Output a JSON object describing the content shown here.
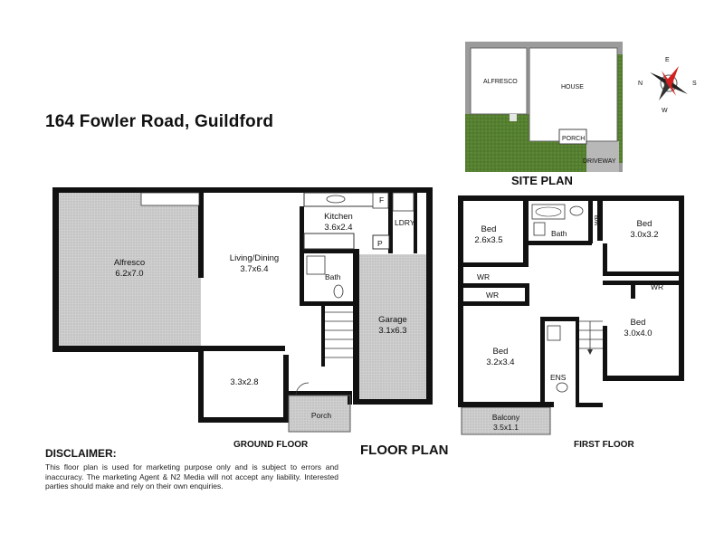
{
  "header": {
    "address": "164 Fowler Road, Guildford"
  },
  "site_plan": {
    "title": "SITE PLAN",
    "labels": {
      "alfresco": "ALFRESCO",
      "house": "HOUSE",
      "porch": "PORCH",
      "driveway": "DRIVEWAY"
    }
  },
  "compass": {
    "n": "N",
    "s": "S",
    "e": "E",
    "w": "W"
  },
  "ground_floor": {
    "title": "GROUND FLOOR",
    "rooms": {
      "alfresco_name": "Alfresco",
      "alfresco_size": "6.2x7.0",
      "living_name": "Living/Dining",
      "living_size": "3.7x6.4",
      "kitchen_name": "Kitchen",
      "kitchen_size": "3.6x2.4",
      "fridge": "F",
      "pantry": "P",
      "laundry": "LDRY",
      "bath": "Bath",
      "garage_name": "Garage",
      "garage_size": "3.1x6.3",
      "study_size": "3.3x2.8",
      "porch": "Porch"
    }
  },
  "first_floor": {
    "title": "FIRST FLOOR",
    "rooms": {
      "bed1_name": "Bed",
      "bed1_size": "2.6x3.5",
      "bath": "Bath",
      "wr1": "WR",
      "bed2_name": "Bed",
      "bed2_size": "3.0x3.2",
      "wr2": "WR",
      "wr3": "WR",
      "wr4": "WR",
      "bed3_name": "Bed",
      "bed3_size": "3.2x3.4",
      "bed4_name": "Bed",
      "bed4_size": "3.0x4.0",
      "ens": "ENS",
      "balcony_name": "Balcony",
      "balcony_size": "3.5x1.1"
    }
  },
  "floor_plan_title": "FLOOR PLAN",
  "disclaimer": {
    "title": "DISCLAIMER:",
    "text": "This floor plan is used for marketing purpose only and is subject to errors and inaccuracy. The marketing Agent & N2 Media will not accept any liability. Interested parties should make and rely on their own enquiries."
  },
  "colors": {
    "wall": "#111111",
    "hatch": "#c8c8c8",
    "grass": "#4f7a2c",
    "site_bg": "#9a9a9a",
    "driveway": "#b5b5b5",
    "compass_red": "#d22020"
  }
}
